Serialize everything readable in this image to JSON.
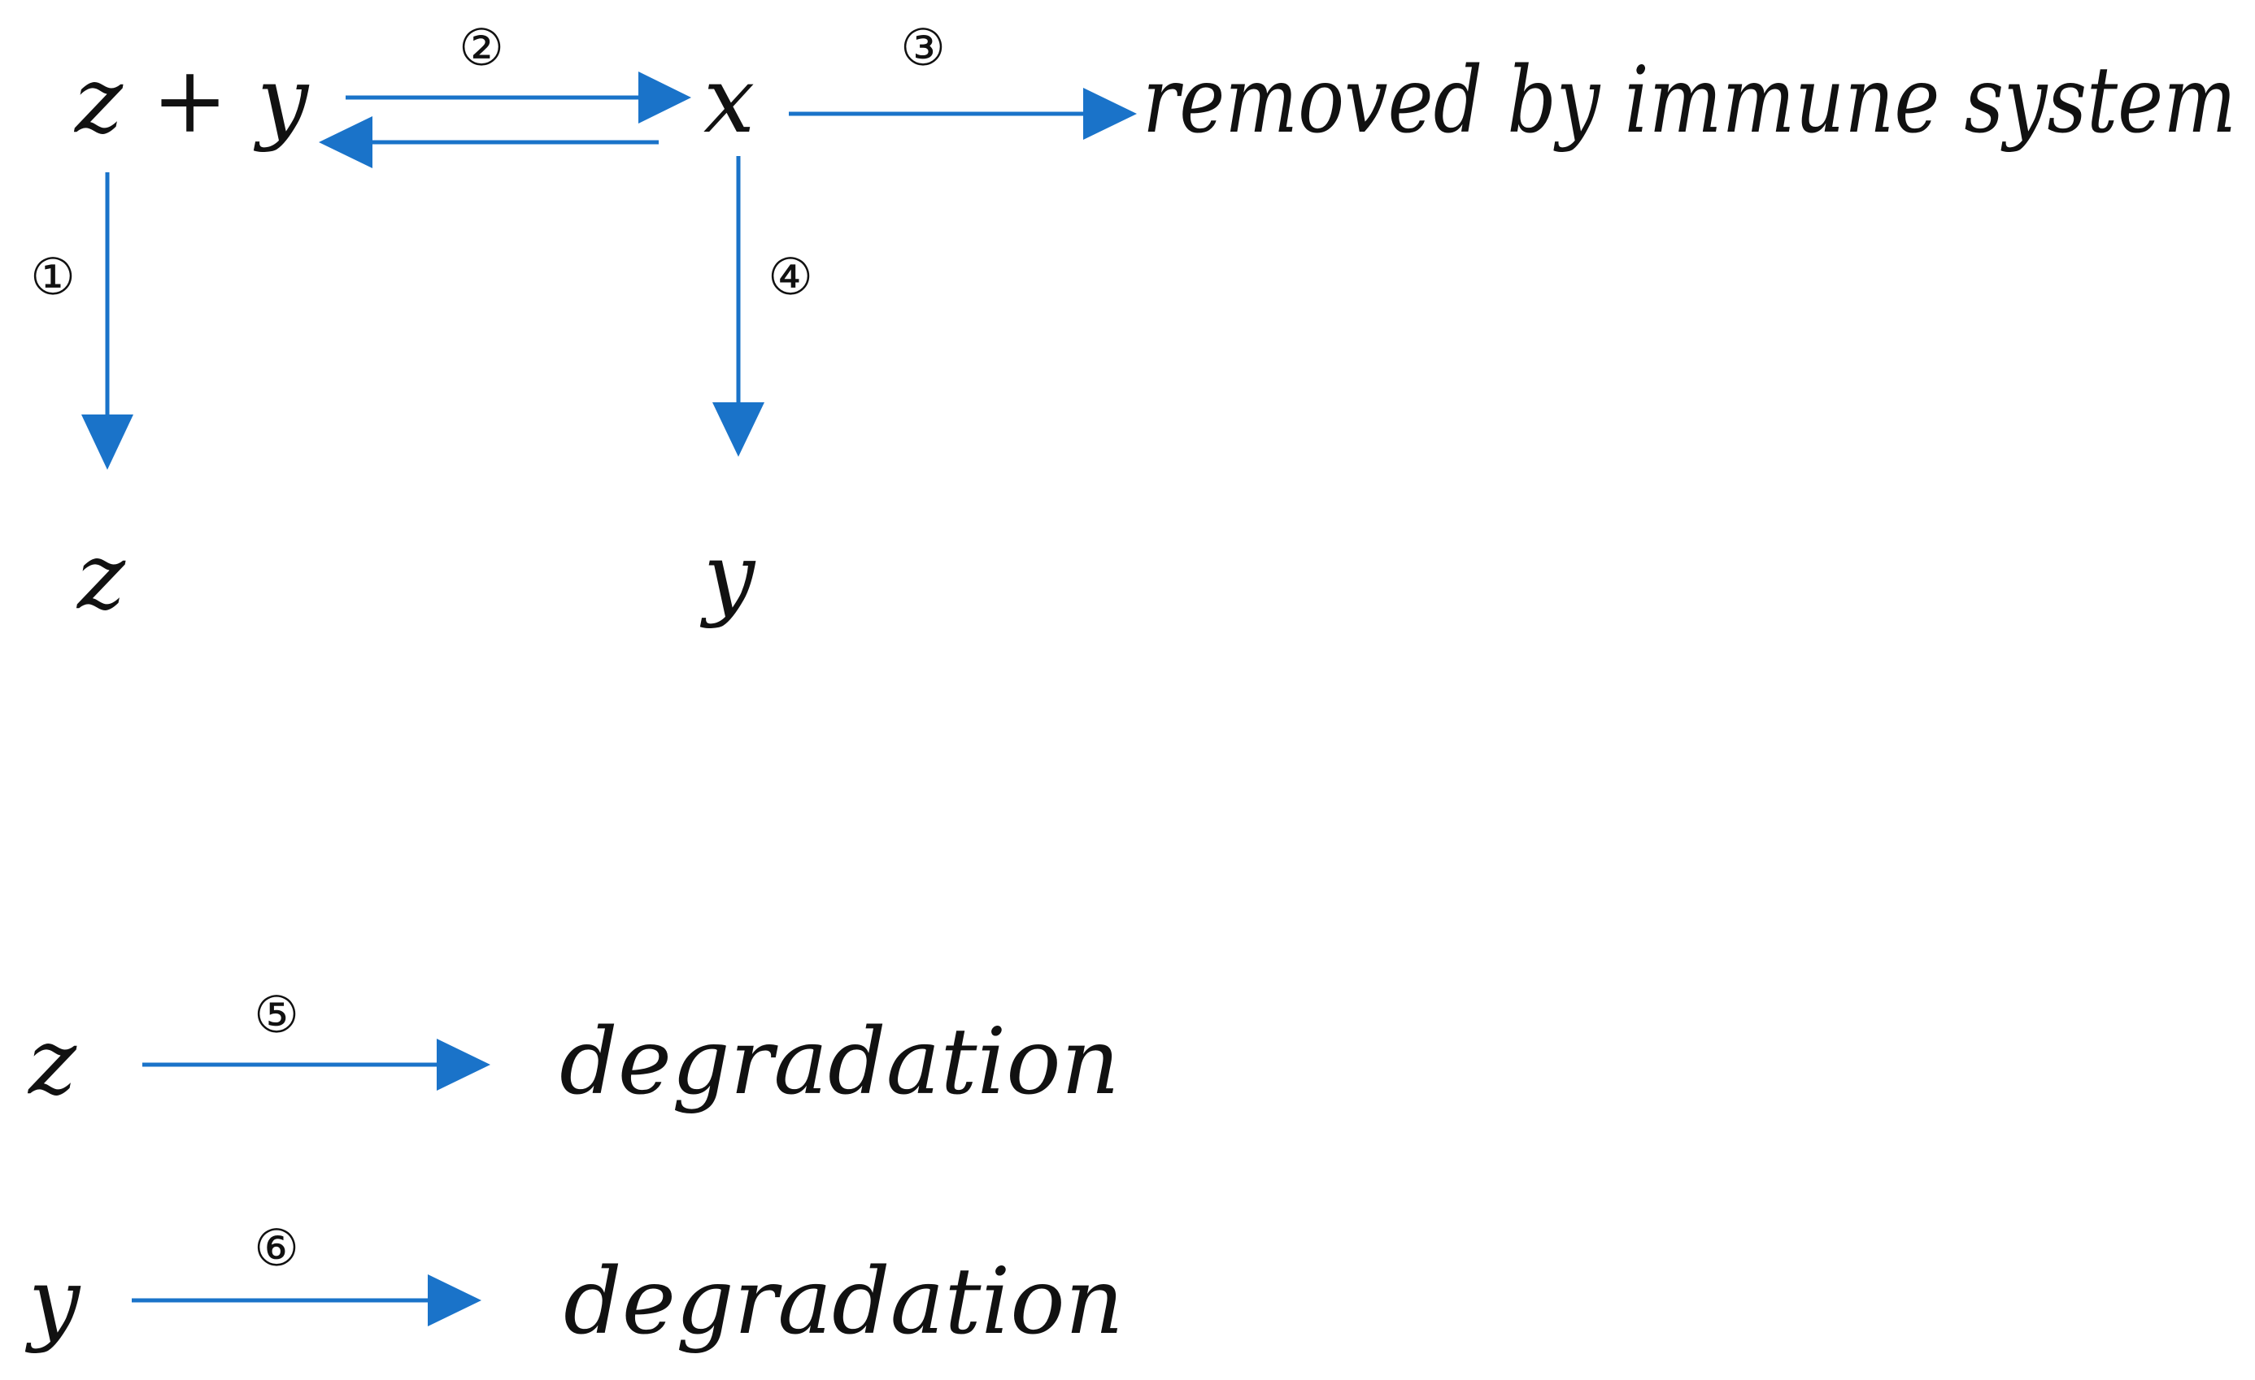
{
  "diagram": {
    "colors": {
      "arrow": "#1a73c9",
      "text": "#111111"
    },
    "species": {
      "complex_reactants": "z + y",
      "x": "x",
      "z_product": "z",
      "y_product": "y",
      "z_degrading": "z",
      "y_degrading": "y"
    },
    "outcomes": {
      "immune": "removed by immune system",
      "degradation_z": "degradation",
      "degradation_y": "degradation"
    },
    "steps": {
      "s1": "①",
      "s2": "②",
      "s3": "③",
      "s4": "④",
      "s5": "⑤",
      "s6": "⑥"
    }
  }
}
